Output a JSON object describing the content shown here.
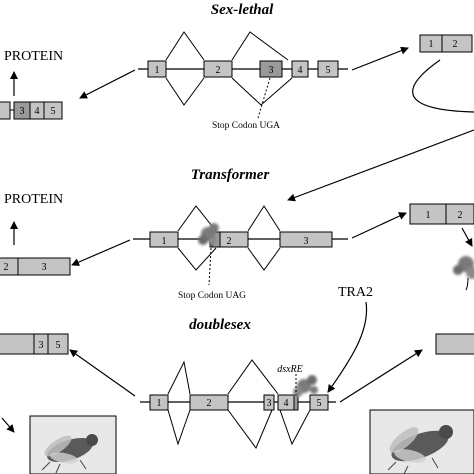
{
  "genes": {
    "sxl": {
      "title": "Sex-lethal"
    },
    "tra": {
      "title": "Transformer"
    },
    "dsx": {
      "title": "doublesex"
    }
  },
  "labels": {
    "protein": "PROTEIN",
    "stop_uga": "Stop Codon UGA",
    "stop_uag": "Stop Codon UAG",
    "tra2": "TRA2",
    "dsxre": "dsxRE"
  },
  "exons": {
    "sxl_gene": [
      "1",
      "2",
      "3",
      "4",
      "5"
    ],
    "sxl_left": [
      "3",
      "4",
      "5"
    ],
    "sxl_right": [
      "1",
      "2"
    ],
    "tra_gene": [
      "1",
      "2",
      "3"
    ],
    "tra_left": [
      "2",
      "3"
    ],
    "tra_right": [
      "1",
      "2"
    ],
    "dsx_gene": [
      "1",
      "2",
      "3",
      "4",
      "5"
    ],
    "dsx_left": [
      "3",
      "5"
    ]
  },
  "colors": {
    "exon_fill": "#c4c4c4",
    "exon_dark": "#9a9a9a",
    "blob": "#7a7a7a",
    "line": "#000000"
  },
  "icons": [
    "fly-photo-left",
    "fly-photo-right"
  ]
}
